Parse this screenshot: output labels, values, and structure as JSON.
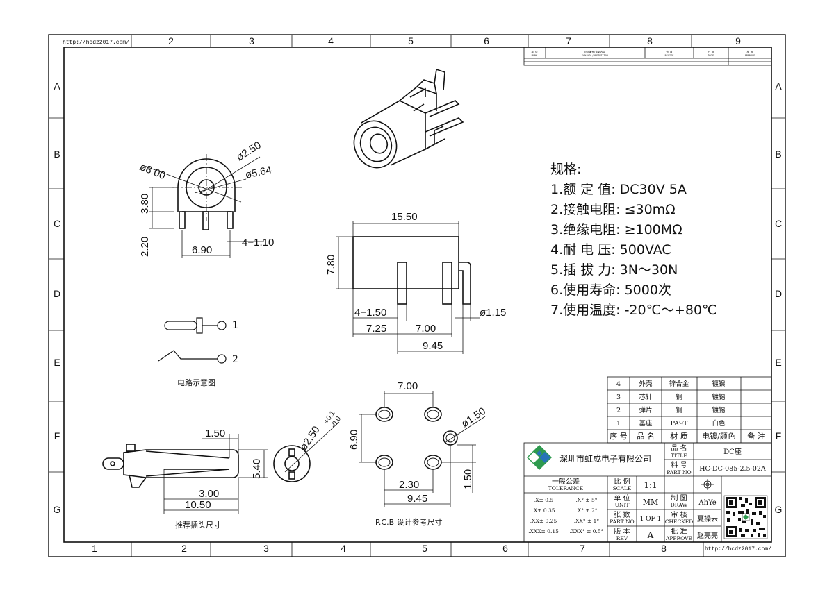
{
  "frame": {
    "url_top": "http://hcdz2017.com/",
    "url_bottom": "http://hcdz2017.com/",
    "top_numbers": [
      "2",
      "3",
      "4",
      "5",
      "6",
      "7",
      "8",
      "9"
    ],
    "bottom_numbers": [
      "1",
      "2",
      "3",
      "4",
      "5",
      "6",
      "7",
      "8"
    ],
    "side_letters": [
      "A",
      "B",
      "C",
      "D",
      "E",
      "F",
      "G"
    ]
  },
  "revision_header": {
    "cols": [
      "标 记",
      "ECN编号/变更内容",
      "修 改",
      "日 期",
      "核 准"
    ],
    "cols_en": [
      "MARK",
      "ECN NO./DEFINITION",
      "REVISE",
      "DATE",
      "APPROVE"
    ]
  },
  "specs": {
    "title": "规格:",
    "lines": [
      "1.额 定 值: DC30V 5A",
      "2.接触电阻: ≤30mΩ",
      "3.绝缘电阻: ≥100MΩ",
      "4.耐 电 压: 500VAC",
      "5.插 拔 力: 3N～30N",
      "6.使用寿命: 5000次",
      "7.使用温度: -20℃～+80℃"
    ]
  },
  "front_view": {
    "d_outer": "ø8.00",
    "d_pin": "ø2.50",
    "d_hole": "ø5.64",
    "h_center": "3.80",
    "h_leg": "2.20",
    "w_legs": "6.90",
    "leg_w": "4−1.10"
  },
  "side_view": {
    "length": "15.50",
    "height": "7.80",
    "pin_w": "4−1.50",
    "d_pin": "ø1.15",
    "d1": "7.25",
    "d2": "7.00",
    "d3": "9.45"
  },
  "circuit": {
    "pin1": "1",
    "pin2": "2",
    "caption": "电路示意图"
  },
  "plug": {
    "d1": "1.50",
    "d2": "5.40",
    "d3": "3.00",
    "d4": "10.50",
    "d5": "ø2.50",
    "tol": "+0.1",
    "tol2": "-0.0",
    "caption": "推荐插头尺寸"
  },
  "pcb": {
    "w_top": "7.00",
    "h_left": "6.90",
    "d_hole": "ø1.50",
    "w1": "2.30",
    "w2": "9.45",
    "h_right": "1.50",
    "caption": "P.C.B 设计参考尺寸"
  },
  "bom": {
    "rows": [
      [
        "4",
        "外壳",
        "锌合金",
        "镀镍",
        ""
      ],
      [
        "3",
        "芯针",
        "铜",
        "镀锡",
        ""
      ],
      [
        "2",
        "弹片",
        "铜",
        "镀锡",
        ""
      ],
      [
        "1",
        "基座",
        "PA9T",
        "白色",
        ""
      ]
    ],
    "header": [
      "序 号",
      "品 名",
      "材 质",
      "电镀/颜色",
      "备 注"
    ]
  },
  "titleblock": {
    "company": "深圳市虹成电子有限公司",
    "pname_label": "品 名",
    "pname_label_en": "TITLE",
    "pname": "DC座",
    "partno_label": "料 号",
    "partno_label_en": "PART NO",
    "partno": "HC-DC-085-2.5-02A",
    "tol_title": "一般公差",
    "tol_title_en": "TOLERANCE",
    "tol_left": [
      ".X± 0.5",
      ".X± 0.35",
      ".XX± 0.25",
      ".XXX± 0.15"
    ],
    "tol_right": [
      ".X° ± 5°",
      ".X° ± 2°",
      ".XX° ± 1°",
      ".XXX° ± 0.5°"
    ],
    "scale_label": "比 例",
    "scale_label_en": "SCALE",
    "scale": "1:1",
    "unit_label": "单 位",
    "unit_label_en": "UNIT",
    "unit": "MM",
    "sheet_label": "张 数",
    "sheet_label_en": "PART NO",
    "sheet": "1 OF 1",
    "rev_label": "版 本",
    "rev_label_en": "REV",
    "rev": "A",
    "draw_label": "制 图",
    "draw_label_en": "DRAW",
    "draw": "AhYe",
    "check_label": "审 核",
    "check_label_en": "CHECKED",
    "check": "夏操云",
    "approve_label": "批 准",
    "approve_label_en": "APPROVE",
    "approve": "赵亮亮"
  },
  "colors": {
    "ink": "#111111",
    "paper": "#ffffff",
    "logo_green": "#2e9a4e",
    "logo_blue": "#2673b8"
  }
}
